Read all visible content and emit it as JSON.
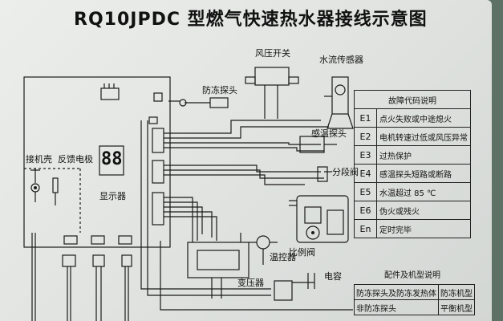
{
  "title": "RQ10JPDC 型燃气快速热水器接线示意图",
  "labels": {
    "wind_switch": "风压开关",
    "flow_sensor": "水流传感器",
    "antifreeze_probe": "防冻探头",
    "temp_probe": "感温探头",
    "segment_valve": "分段阀",
    "ground_shell": "接机壳",
    "feedback_electrode": "反馈电极",
    "display": "显示器",
    "thermostat": "温控器",
    "proportional_valve": "比例阀",
    "transformer": "变压器",
    "capacitor": "电容",
    "display_digits": "88"
  },
  "fault_table": {
    "title": "故障代码说明",
    "rows": [
      {
        "code": "E1",
        "desc": "点火失败或中途熄火"
      },
      {
        "code": "E2",
        "desc": "电机转速过低或风压异常"
      },
      {
        "code": "E3",
        "desc": "过热保护"
      },
      {
        "code": "E4",
        "desc": "感温探头短路或断路"
      },
      {
        "code": "E5",
        "desc": "水温超过 85 ℃"
      },
      {
        "code": "E6",
        "desc": "伪火或残火"
      },
      {
        "code": "En",
        "desc": "定时完毕"
      }
    ]
  },
  "config_table": {
    "title": "配件及机型说明",
    "header": [
      "防冻探头及防冻发热体",
      "防冻机型"
    ],
    "row2": [
      "非防冻探头",
      "平衡机型"
    ]
  }
}
